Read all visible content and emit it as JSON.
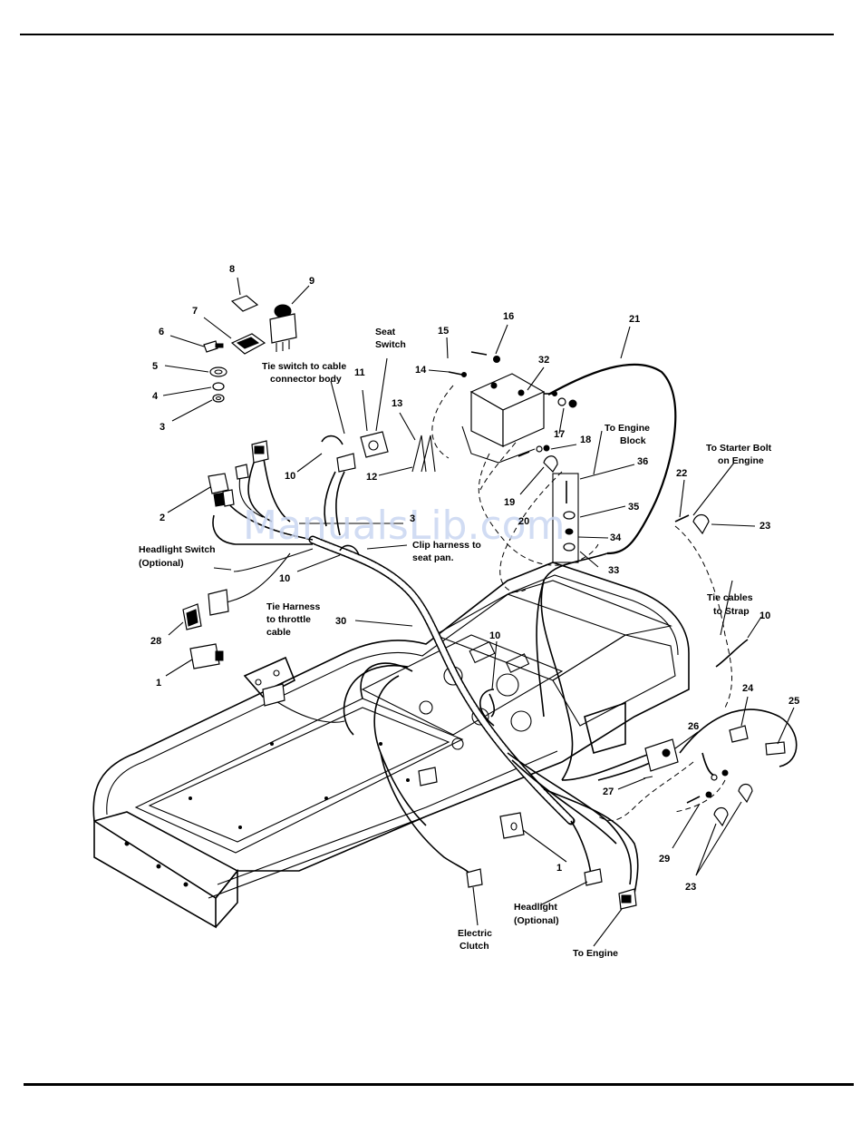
{
  "watermark": "ManualsLib.com",
  "callouts": {
    "c1a": "1",
    "c1b": "1",
    "c2": "2",
    "c3a": "3",
    "c3b": "3",
    "c4": "4",
    "c5": "5",
    "c6": "6",
    "c7": "7",
    "c8": "8",
    "c9": "9",
    "c10a": "10",
    "c10b": "10",
    "c10c": "10",
    "c10d": "10",
    "c11": "11",
    "c12": "12",
    "c13": "13",
    "c14": "14",
    "c15": "15",
    "c16": "16",
    "c17": "17",
    "c18": "18",
    "c19": "19",
    "c20": "20",
    "c21": "21",
    "c22": "22",
    "c23a": "23",
    "c23b": "23",
    "c24": "24",
    "c25": "25",
    "c26": "26",
    "c27": "27",
    "c28": "28",
    "c29": "29",
    "c30": "30",
    "c32": "32",
    "c33": "33",
    "c34": "34",
    "c35": "35",
    "c36": "36"
  },
  "notes": {
    "seat_switch": [
      "Seat",
      "Switch"
    ],
    "tie_switch": [
      "Tie switch to cable",
      "connector body"
    ],
    "to_engine_block": [
      "To Engine",
      "Block"
    ],
    "to_starter_bolt": [
      "To Starter Bolt",
      "on Engine"
    ],
    "headlight_switch": [
      "Headlight Switch",
      "(Optional)"
    ],
    "clip_harness": [
      "Clip harness to",
      "seat pan."
    ],
    "tie_harness": [
      "Tie Harness",
      "to throttle",
      "cable"
    ],
    "tie_cables": [
      "Tie cables",
      "to Strap"
    ],
    "electric_clutch": [
      "Electric",
      "Clutch"
    ],
    "headlight": [
      "Headlight",
      "(Optional)"
    ],
    "to_engine": [
      "To Engine"
    ]
  }
}
